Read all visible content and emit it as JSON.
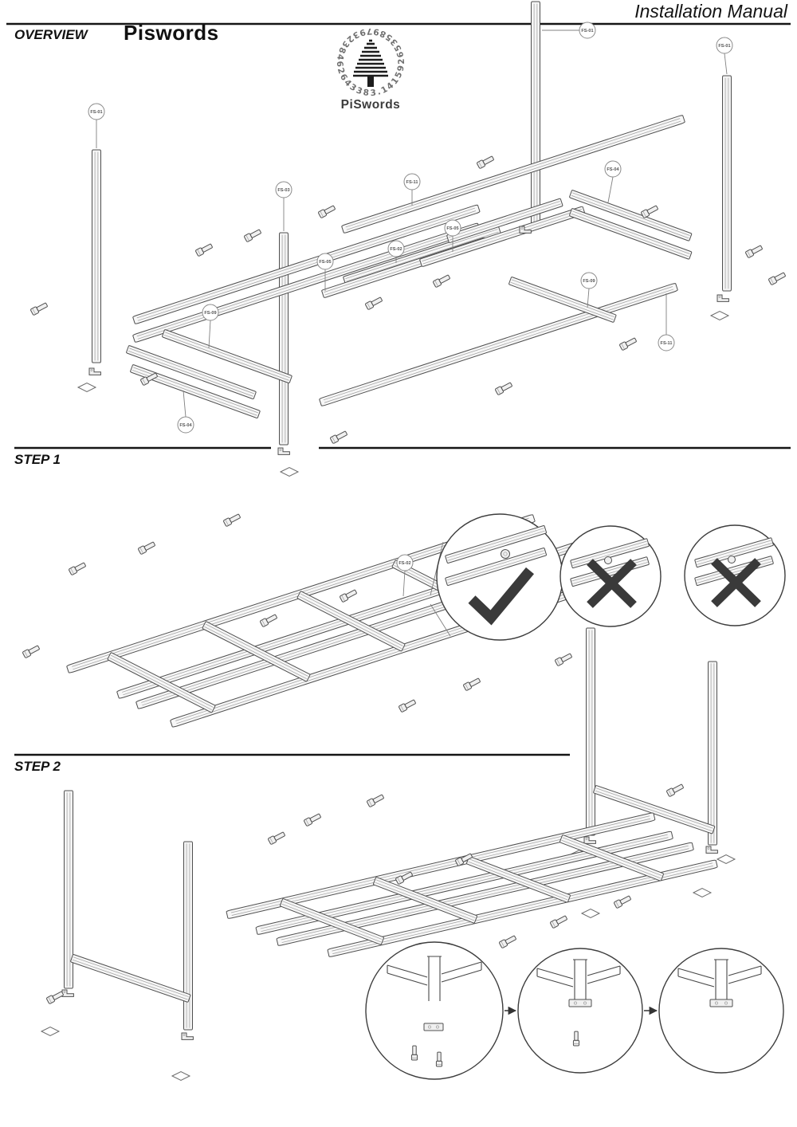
{
  "header": {
    "manual_title": "Installation Manual",
    "overview_label": "OVERVIEW",
    "brand_name": "Piswords",
    "logo": {
      "digits": "3.14159265358979323846264338",
      "wordmark": "PiSwords"
    }
  },
  "sections": {
    "step1_label": "STEP 1",
    "step2_label": "STEP 2"
  },
  "part_labels": {
    "overview": [
      "FS-01",
      "FS-03",
      "FS-11",
      "FS-04",
      "FS-01",
      "FS-01",
      "FS-05",
      "FS-05",
      "FS-02",
      "FS-09",
      "FS-09",
      "FS-04",
      "FS-11"
    ],
    "step1": [
      "FS-02"
    ]
  },
  "icons": {
    "correct_mark": "check",
    "incorrect_mark": "cross"
  },
  "colors": {
    "line_art": "#4f4f4f",
    "mark": "#3a3a3a",
    "rule": "#151515"
  }
}
